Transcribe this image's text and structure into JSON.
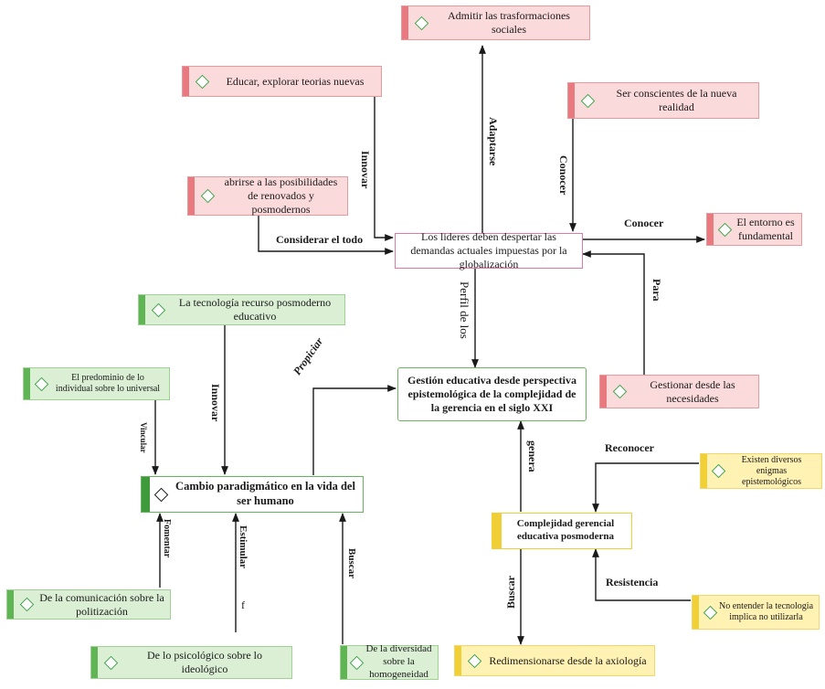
{
  "nodes": {
    "admitir": "Admitir las trasformaciones sociales",
    "educar": "Educar, explorar teorias nuevas",
    "ser_conscientes": "Ser conscientes de la nueva realidad",
    "abrirse": "abrirse a las posibilidades de renovados y posmodernos",
    "entorno": "El entorno es fundamental",
    "lideres": "Los lideres deben despertar las demandas actuales impuestas por la globalización",
    "tecnologia": "La tecnología recurso posmoderno educativo",
    "predominio": "El predominio de lo individual sobre lo universal",
    "gestion": "Gestión educativa desde perspectiva epistemológica de la complejidad de la gerencia en el siglo XXI",
    "gestionar": "Gestionar desde las necesidades",
    "cambio": "Cambio paradigmático en la vida del ser humano",
    "enigmas": "Existen diversos enigmas epistemológicos",
    "complejidad": "Complejidad gerencial educativa posmoderna",
    "no_entender": "No entender la tecnologia implica no utilizarla",
    "comunicacion": "De la comunicación sobre la politización",
    "psicologico": "De lo psicológico sobre lo ideológico",
    "diversidad": "De la diversidad sobre la homogeneidad",
    "redimensionarse": "Redimensionarse desde la axiología"
  },
  "labels": {
    "adaptarse": "Adaptarse",
    "innovar_top": "Innovar",
    "conocer_v": "Conocer",
    "conocer_h": "Conocer",
    "considerar": "Considerar el todo",
    "para": "Para",
    "perfil": "Perfil de los",
    "propiciar": "Propiciar",
    "innovar_left": "Innovar",
    "vincular": "Vincular",
    "genera": "genera",
    "reconocer": "Reconocer",
    "fomentar": "Fomentar",
    "estimular": "Estimular",
    "estimular_mark": "f",
    "buscar_left": "Buscar",
    "resistencia": "Resistencia",
    "buscar_bottom": "Buscar"
  },
  "colors": {
    "red_fill": "#fbdadb",
    "red_bar": "#e8797e",
    "green_fill": "#daefd4",
    "green_bar": "#5fb553",
    "yellow_fill": "#fff2b3",
    "yellow_bar": "#f1cf36",
    "central_border": "#e07aa3",
    "diamond": "#43a34b",
    "line": "#1a1a1a"
  },
  "icons": {
    "node_marker": "diamond-icon"
  }
}
